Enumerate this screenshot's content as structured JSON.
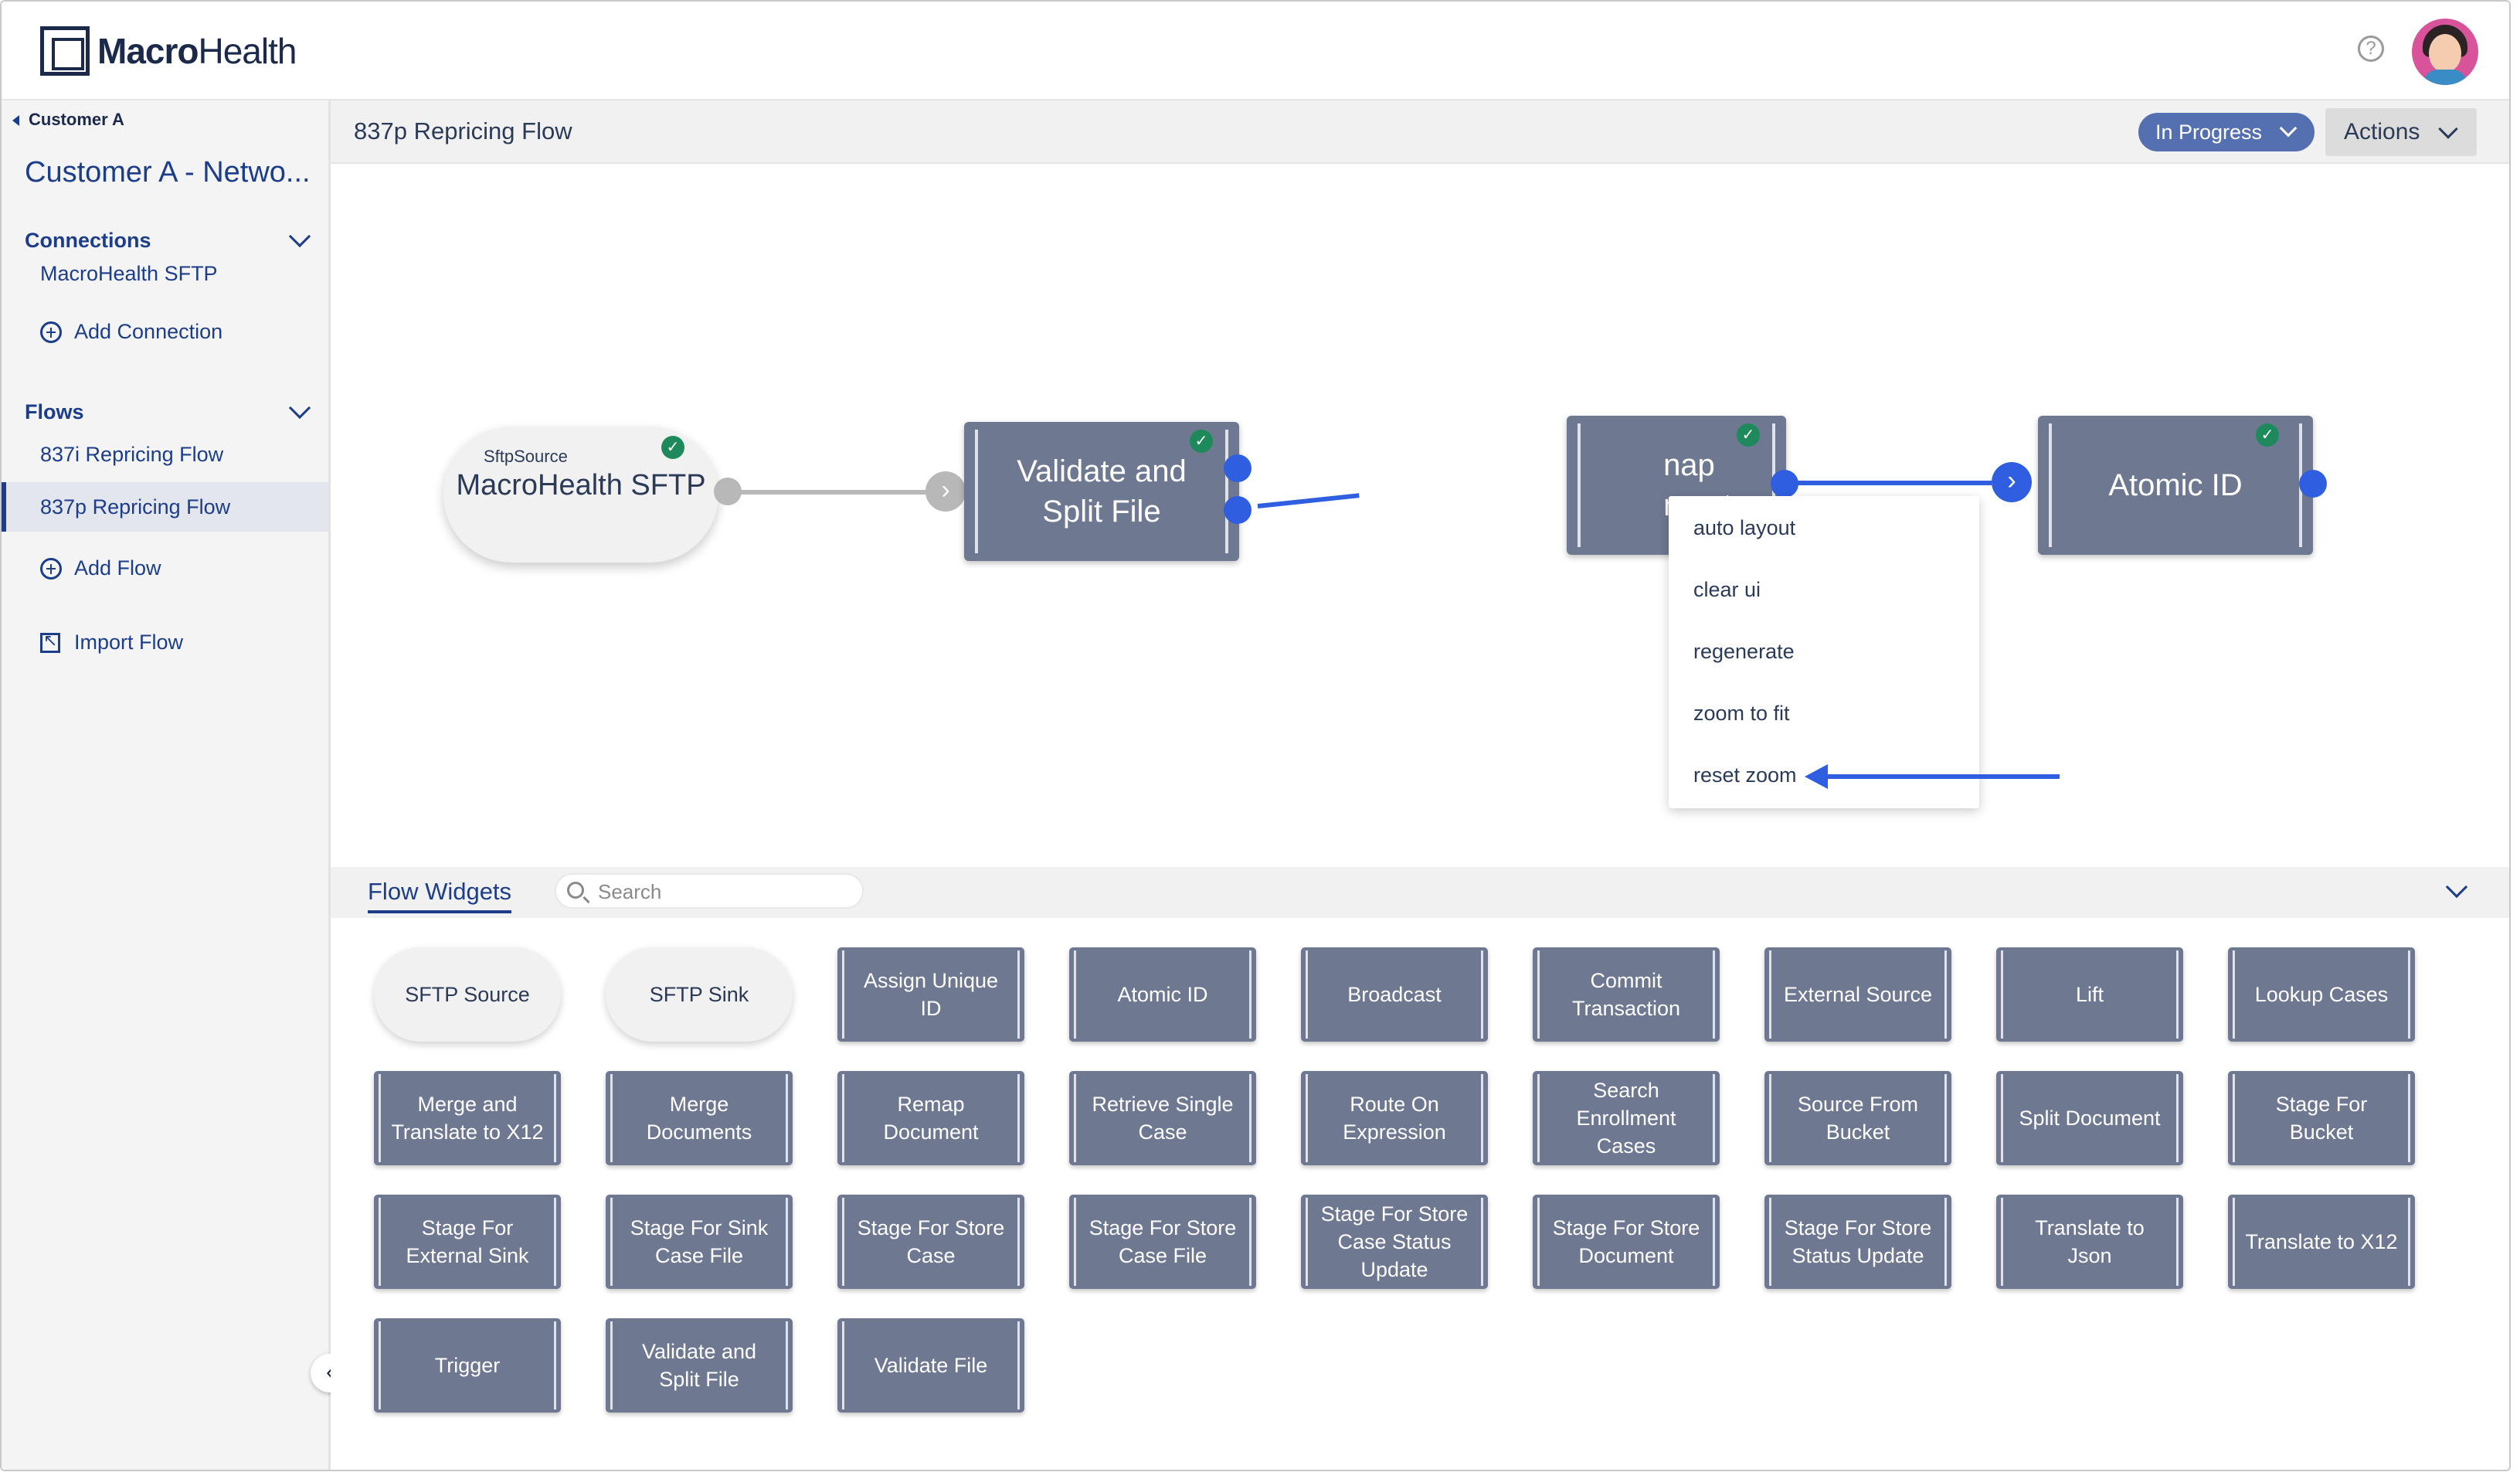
{
  "app": {
    "brand_bold": "Macro",
    "brand_rest": "Health"
  },
  "header": {
    "help_icon": "help-circle-icon",
    "avatar_icon": "user-avatar"
  },
  "sidebar": {
    "back_label": "Customer A",
    "customer_title": "Customer A - Netwo...",
    "connections": {
      "heading": "Connections",
      "items": [
        {
          "label": "MacroHealth SFTP"
        }
      ],
      "add_label": "Add Connection"
    },
    "flows": {
      "heading": "Flows",
      "items": [
        {
          "label": "837i Repricing Flow"
        },
        {
          "label": "837p Repricing Flow",
          "active": true
        }
      ],
      "add_label": "Add Flow"
    },
    "import_label": "Import Flow"
  },
  "main": {
    "flow_title": "837p Repricing Flow",
    "status": "In Progress",
    "actions_label": "Actions"
  },
  "canvas": {
    "nodes": [
      {
        "type": "SftpSource",
        "label": "MacroHealth SFTP",
        "status": "ok"
      },
      {
        "label": "Validate and Split File",
        "status": "ok"
      },
      {
        "label_visible": [
          "nap",
          "ment"
        ],
        "status": "ok"
      },
      {
        "label": "Atomic ID",
        "status": "ok"
      }
    ],
    "context_menu": [
      "auto layout",
      "clear ui",
      "regenerate",
      "zoom to fit",
      "reset zoom"
    ],
    "colors": {
      "edge_active": "#2f5fe0",
      "edge_inactive": "#b8b8b8",
      "node": "#6f7891",
      "check": "#1e8a5c"
    }
  },
  "widgets": {
    "tab_label": "Flow Widgets",
    "search_placeholder": "Search",
    "tiles": [
      {
        "label": "SFTP Source",
        "style": "pill"
      },
      {
        "label": "SFTP Sink",
        "style": "pill"
      },
      {
        "label": "Assign Unique ID"
      },
      {
        "label": "Atomic ID"
      },
      {
        "label": "Broadcast"
      },
      {
        "label": "Commit Transaction"
      },
      {
        "label": "External Source"
      },
      {
        "label": "Lift"
      },
      {
        "label": "Lookup Cases"
      },
      {
        "label": "Merge and Translate to X12"
      },
      {
        "label": "Merge Documents"
      },
      {
        "label": "Remap Document"
      },
      {
        "label": "Retrieve Single Case"
      },
      {
        "label": "Route On Expression"
      },
      {
        "label": "Search Enrollment Cases"
      },
      {
        "label": "Source From Bucket"
      },
      {
        "label": "Split Document"
      },
      {
        "label": "Stage For Bucket"
      },
      {
        "label": "Stage For External Sink"
      },
      {
        "label": "Stage For Sink Case File"
      },
      {
        "label": "Stage For Store Case"
      },
      {
        "label": "Stage For Store Case File"
      },
      {
        "label": "Stage For Store Case Status Update"
      },
      {
        "label": "Stage For Store Document"
      },
      {
        "label": "Stage For Store Status Update"
      },
      {
        "label": "Translate to Json"
      },
      {
        "label": "Translate to X12"
      },
      {
        "label": "Trigger"
      },
      {
        "label": "Validate and Split File"
      },
      {
        "label": "Validate File"
      }
    ]
  }
}
